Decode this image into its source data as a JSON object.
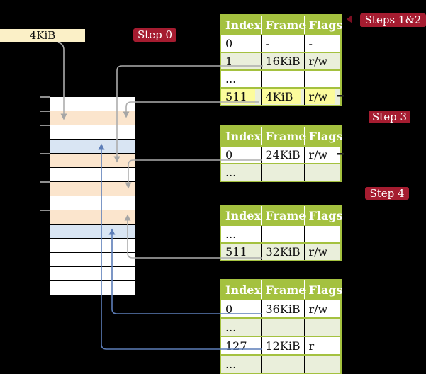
{
  "title": "Recursive page-table walk diagram",
  "page_size_box": {
    "label": "4KiB"
  },
  "badges": {
    "step0": "Step 0",
    "steps12": "Steps 1&2",
    "step3": "Step 3",
    "step4": "Step 4"
  },
  "tables": [
    {
      "name": "page-table-1",
      "headers": [
        "Index",
        "Frame",
        "Flags"
      ],
      "rows": [
        {
          "cells": [
            "0",
            "-",
            "-"
          ],
          "highlight": false
        },
        {
          "cells": [
            "1",
            "16KiB",
            "r/w"
          ],
          "highlight": false
        },
        {
          "cells": [
            "...",
            "",
            ""
          ],
          "highlight": false
        },
        {
          "cells": [
            "511",
            "4KiB",
            "r/w"
          ],
          "highlight": true
        }
      ]
    },
    {
      "name": "page-table-2",
      "headers": [
        "Index",
        "Frame",
        "Flags"
      ],
      "rows": [
        {
          "cells": [
            "0",
            "24KiB",
            "r/w"
          ],
          "highlight": false
        },
        {
          "cells": [
            "...",
            "",
            ""
          ],
          "highlight": false
        }
      ]
    },
    {
      "name": "page-table-3",
      "headers": [
        "Index",
        "Frame",
        "Flags"
      ],
      "rows": [
        {
          "cells": [
            "...",
            "",
            ""
          ],
          "highlight": false
        },
        {
          "cells": [
            "511",
            "32KiB",
            "r/w"
          ],
          "highlight": false
        }
      ]
    },
    {
      "name": "page-table-4",
      "headers": [
        "Index",
        "Frame",
        "Flags"
      ],
      "rows": [
        {
          "cells": [
            "0",
            "36KiB",
            "r/w"
          ],
          "highlight": false
        },
        {
          "cells": [
            "...",
            "",
            ""
          ],
          "highlight": false
        },
        {
          "cells": [
            "127",
            "12KiB",
            "r"
          ],
          "highlight": false
        },
        {
          "cells": [
            "...",
            "",
            ""
          ],
          "highlight": false
        }
      ]
    }
  ],
  "memory": {
    "rows": [
      "white",
      "peach",
      "white",
      "blue",
      "peach",
      "white",
      "peach",
      "white",
      "peach",
      "blue",
      "white",
      "white",
      "white",
      "white"
    ]
  },
  "links": [
    {
      "from": "4KiB box",
      "to": "memory frame row 2 (peach)",
      "style": "gray"
    },
    {
      "from": "table1 entry 1 (16KiB)",
      "to": "memory frame row 5 (peach)",
      "style": "gray"
    },
    {
      "from": "table1 entry 511 (4KiB)",
      "to": "memory frame row 2 (peach)",
      "style": "gray"
    },
    {
      "from": "table2 entry 0 (24KiB)",
      "to": "memory frame row 7 (peach)",
      "style": "gray"
    },
    {
      "from": "table3 entry 511 (32KiB)",
      "to": "memory frame row 9 (peach)",
      "style": "gray"
    },
    {
      "from": "table4 entry 0 (36KiB)",
      "to": "memory frame row 10 (blue)",
      "style": "blue"
    },
    {
      "from": "table4 entry 127 (12KiB)",
      "to": "memory frame row 4 (blue)",
      "style": "blue"
    }
  ],
  "colors": {
    "background": "#000000",
    "header_green": "#A4C13F",
    "row_green": "#EAEFDB",
    "row_peach": "#FBE5CD",
    "row_blue": "#D9E5F3",
    "badge_crimson": "#A51C30",
    "box_cream": "#FBF0C7",
    "highlight_yellow": "#FCFC9C",
    "arrow_gray": "#ADADAD",
    "arrow_blue": "#5C7DB8"
  }
}
